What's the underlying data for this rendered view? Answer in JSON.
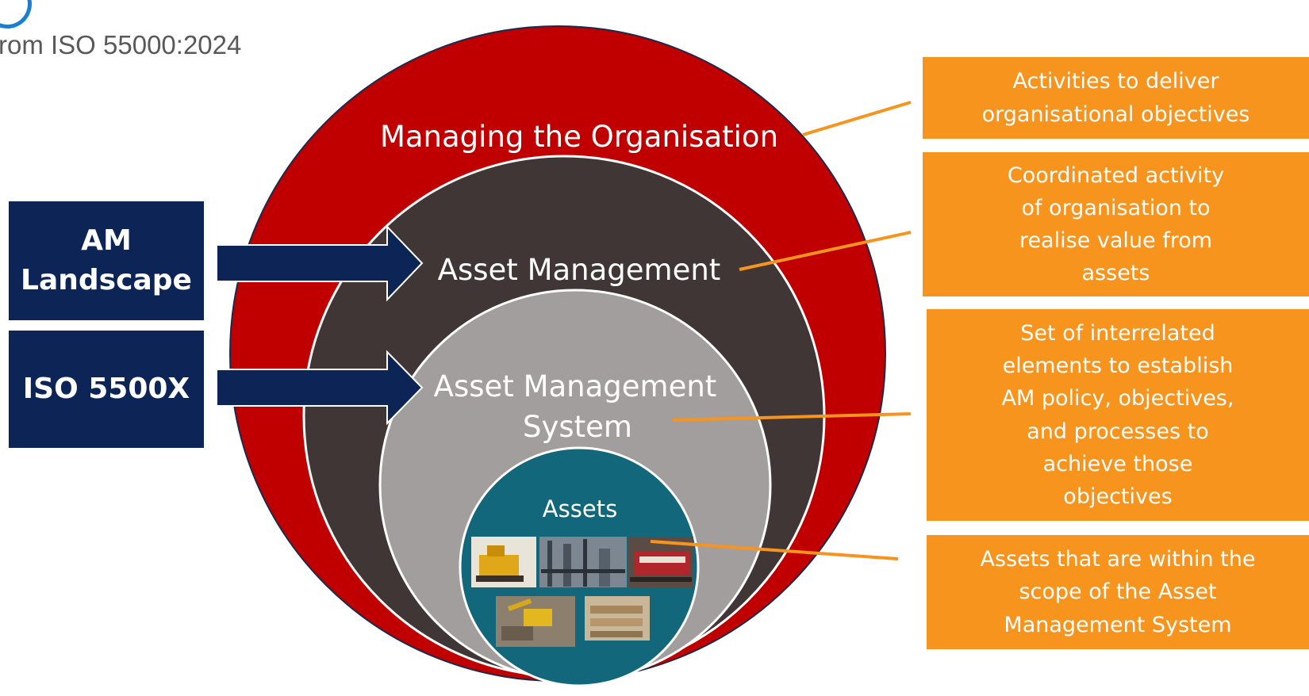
{
  "source_caption": "rom ISO 55000:2024",
  "colors": {
    "organisation": "#c00000",
    "asset_management": "#403636",
    "am_system": "#a39e9e",
    "assets": "#12687a",
    "left_box": "#0c2556",
    "definition_box": "#f7941d",
    "leader_line": "#f7941d"
  },
  "circles": {
    "organisation": "Managing the Organisation",
    "asset_management": "Asset Management",
    "am_system_line1": "Asset Management",
    "am_system_line2": "System",
    "assets": "Assets"
  },
  "left_boxes": [
    {
      "label": "AM\nLandscape"
    },
    {
      "label": "ISO 5500X"
    }
  ],
  "definitions": [
    {
      "text": "Activities to deliver\norganisational objectives"
    },
    {
      "text": "Coordinated activity\nof organisation to\nrealise value from\nassets"
    },
    {
      "text": "Set of interrelated\nelements to establish\nAM policy, objectives,\nand processes to\nachieve those\nobjectives"
    },
    {
      "text": "Assets that are within the\nscope of the Asset\nManagement System"
    }
  ],
  "asset_photos": [
    "bulldozer-photo",
    "industrial-plant-photo",
    "train-photo",
    "excavator-photo",
    "materials-photo"
  ]
}
